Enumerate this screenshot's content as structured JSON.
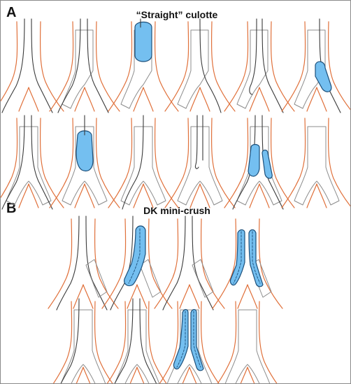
{
  "panels": [
    {
      "letter": "A",
      "title": "“Straight” culotte"
    },
    {
      "letter": "B",
      "title": "DK mini-crush"
    }
  ],
  "colors": {
    "vessel_wall": "#e0703a",
    "wire": "#3a3a3a",
    "stent": "#8c8c8c",
    "balloon_fill": "#74bff0",
    "balloon_stroke": "#1c4f7a"
  }
}
